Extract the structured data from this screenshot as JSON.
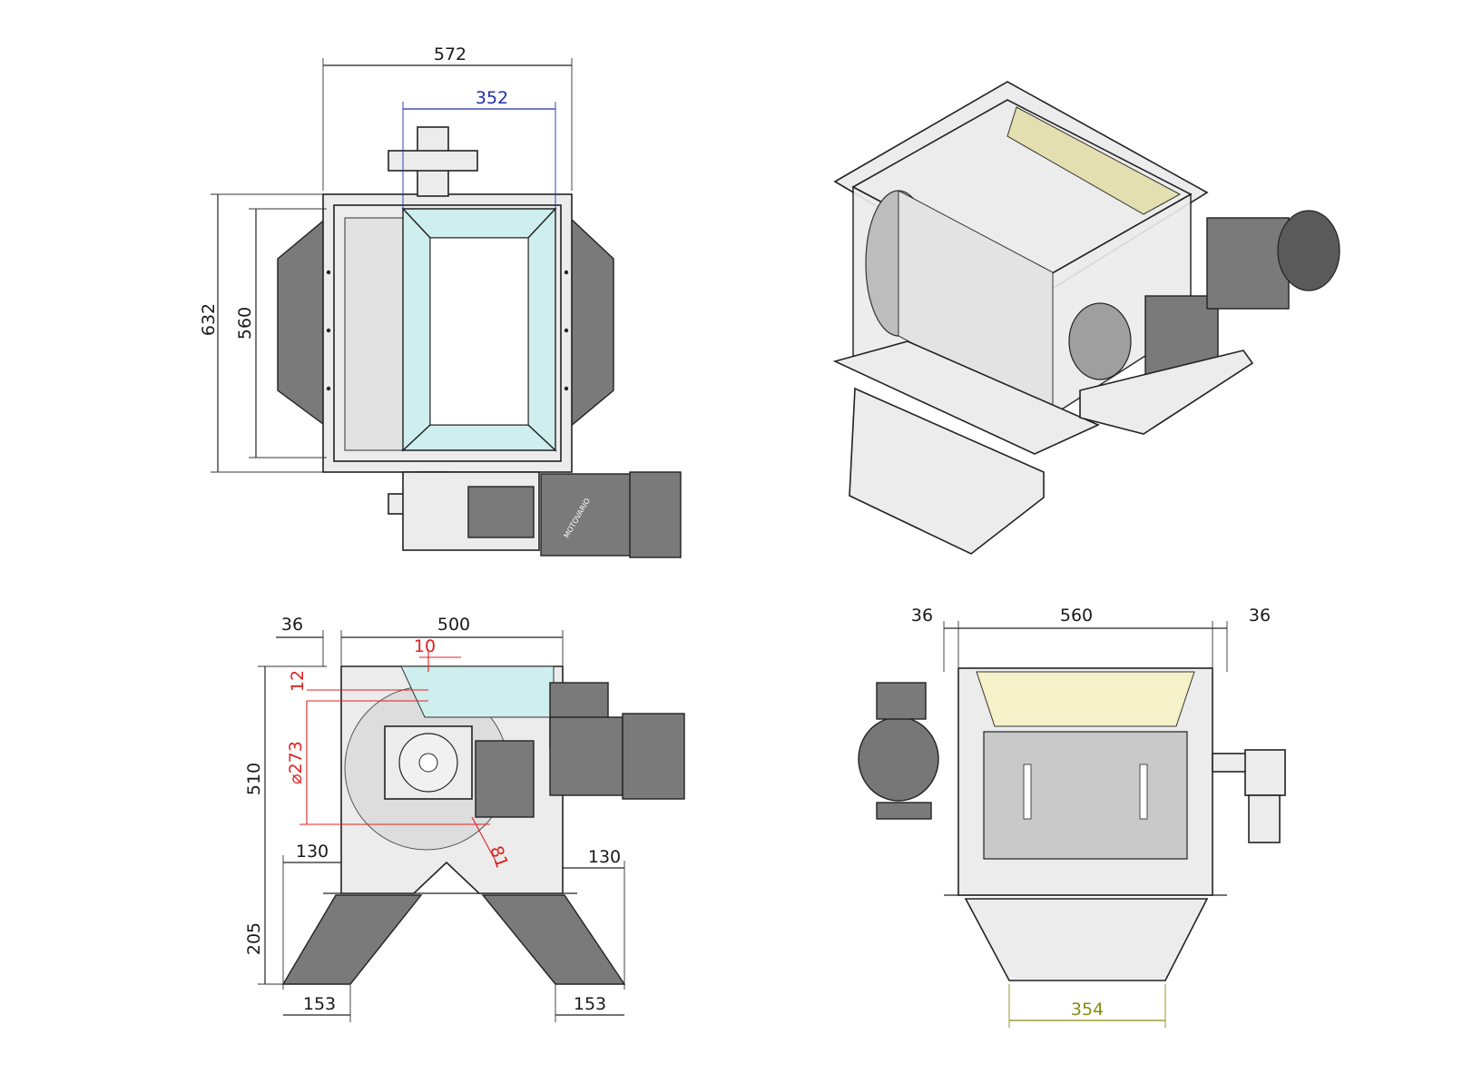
{
  "views": [
    {
      "id": "top-view",
      "dimensions": {
        "overall_width": "572",
        "opening_width": "352",
        "overall_height": "632",
        "inner_height": "560"
      }
    },
    {
      "id": "isometric-view"
    },
    {
      "id": "side-view",
      "dimensions": {
        "flange": "36",
        "body_width": "500",
        "offset": "10",
        "top_offset": "12",
        "drum_diameter": "⌀273",
        "chute_offset": "81",
        "left_135": "130",
        "right_135": "130",
        "height": "510",
        "chute_height": "205",
        "left_outlet": "153",
        "right_outlet": "153"
      }
    },
    {
      "id": "front-view",
      "dimensions": {
        "left_flange": "36",
        "width": "560",
        "right_flange": "36",
        "outlet": "354"
      }
    }
  ],
  "motor_label": "MOTOVARIO",
  "colors": {
    "dimension": "#1a1a1a",
    "blue_dimension": "#1f2fa8",
    "red_dimension": "#e02020",
    "olive_dimension": "#8a8a10",
    "glass": "#cfeeee",
    "panel": "#f5f1c8"
  }
}
